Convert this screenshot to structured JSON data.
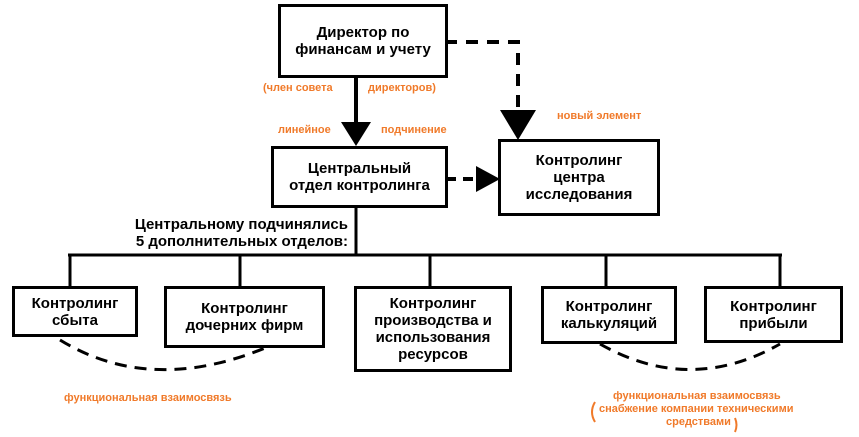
{
  "boxes": {
    "director": "Директор по\nфинансам и учету",
    "central": "Центральный\nотдел контролинга",
    "research": "Контролинг\nцентра\nисследования",
    "sales": "Контролинг\nсбыта",
    "subsidiaries": "Контролинг\nдочерних фирм",
    "production": "Контролинг\nпроизводства и\nиспользования\nресурсов",
    "costing": "Контролинг\nкалькуляций",
    "profit": "Контролинг\nприбыли"
  },
  "notes": {
    "board_member_left": "(член совета",
    "board_member_right": "директоров)",
    "linear_left": "линейное",
    "linear_right": "подчинение",
    "new_element": "новый элемент",
    "functional_left": "функциональная взаимосвязь",
    "functional_right": "функциональная взаимосвязь",
    "supply_line1": "снабжение компании техническими",
    "supply_line2": "средствами"
  },
  "subordination_text": "Центральному подчинялись\n5 дополнительных отделов:",
  "colors": {
    "accent": "#f07a2a",
    "line": "#000000"
  }
}
